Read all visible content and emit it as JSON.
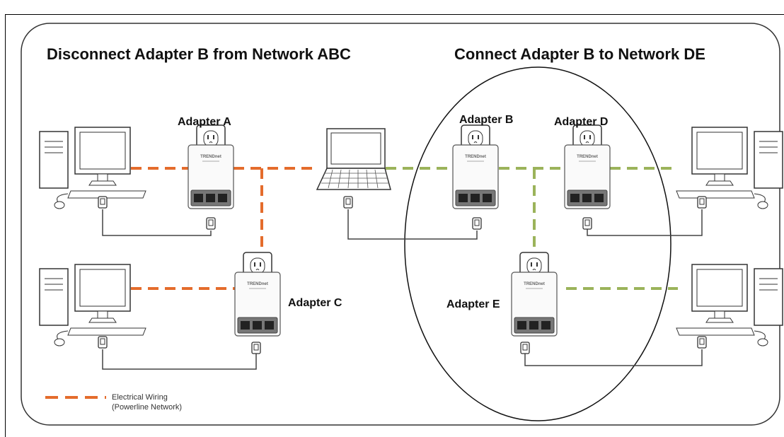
{
  "titles": {
    "left": "Disconnect Adapter B from Network ABC",
    "right": "Connect Adapter B to Network DE"
  },
  "adapters": {
    "a": "Adapter A",
    "b": "Adapter B",
    "c": "Adapter C",
    "d": "Adapter D",
    "e": "Adapter E"
  },
  "adapter_brand": "TRENDnet",
  "legend": {
    "line1": "Electrical Wiring",
    "line2": "(Powerline Network)"
  },
  "colors": {
    "network_abc": "#e46c2c",
    "network_de": "#9bb35a",
    "outline": "#333333"
  },
  "icons": [
    "desktop-computer-icon",
    "laptop-icon",
    "powerline-adapter-icon",
    "ethernet-plug-icon",
    "wall-outlet-icon"
  ]
}
